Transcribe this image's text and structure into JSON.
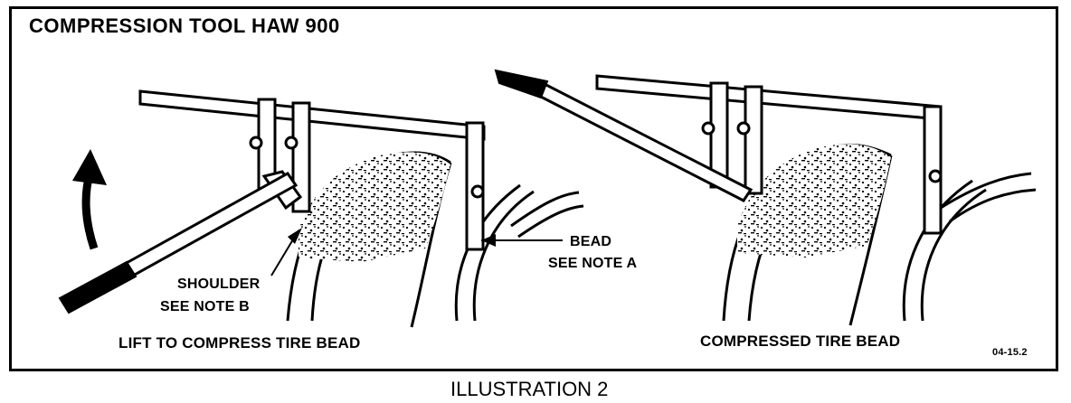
{
  "title": "COMPRESSION TOOL HAW 900",
  "labels": {
    "shoulder_line1": "SHOULDER",
    "shoulder_line2": "SEE NOTE B",
    "bead_line1": "BEAD",
    "bead_line2": "SEE NOTE A"
  },
  "captions": {
    "left": "LIFT TO COMPRESS TIRE BEAD",
    "right": "COMPRESSED TIRE BEAD"
  },
  "figure_code": "04-15.2",
  "illustration_caption": "ILLUSTRATION 2",
  "colors": {
    "ink": "#000000",
    "paper": "#ffffff"
  },
  "icons": [
    "lift-arrow-icon",
    "compression-tool-drawing",
    "tire-section-drawing"
  ]
}
